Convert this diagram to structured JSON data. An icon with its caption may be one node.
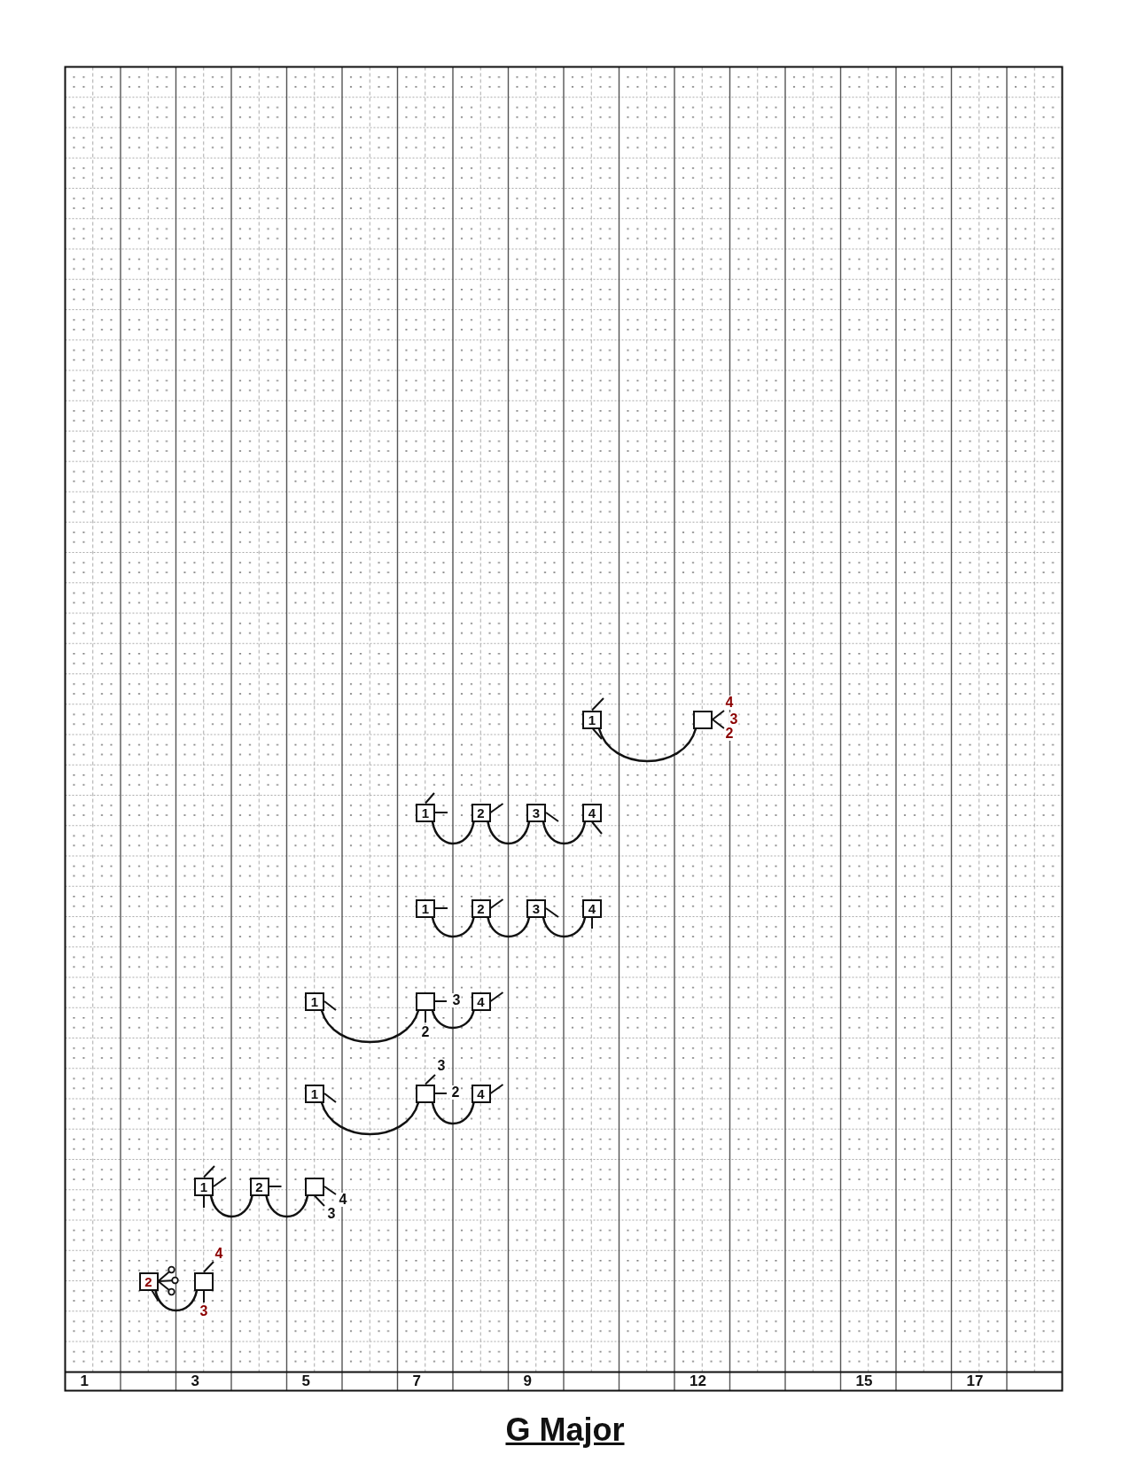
{
  "diagram": {
    "title": "G Major",
    "nodes": [
      {
        "text": [
          "1"
        ]
      },
      {
        "text": [],
        "shape": "box",
        "beside": [
          "4",
          "3",
          "2"
        ]
      },
      {
        "text": [
          "1"
        ]
      },
      {
        "text": [
          "2"
        ]
      },
      {
        "text": [
          "3"
        ]
      },
      {
        "text": [
          "4"
        ]
      },
      {
        "text": [
          "1"
        ]
      },
      {
        "text": [
          "2"
        ]
      },
      {
        "text": [
          "3"
        ]
      },
      {
        "text": [
          "4"
        ]
      },
      {
        "text": [
          "1"
        ]
      },
      {
        "text": [],
        "shape": "box",
        "beside": [
          "3",
          "2"
        ]
      },
      {
        "text": [
          "4"
        ]
      },
      {
        "text": [
          "1"
        ]
      },
      {
        "text": [],
        "shape": "box",
        "beside": [
          "3",
          "2"
        ]
      },
      {
        "text": [
          "4"
        ]
      },
      {
        "text": [
          "1"
        ]
      },
      {
        "text": [
          "2"
        ]
      },
      {
        "text": [],
        "shape": "box",
        "beside": [
          "4",
          "3"
        ]
      },
      {
        "text": [
          "2"
        ]
      },
      {
        "text": [],
        "shape": "box",
        "beside": [
          "4",
          "3"
        ]
      }
    ],
    "edges": [
      {
        "from": 0,
        "to": 1,
        "arrow": "none"
      },
      {
        "from": 2,
        "to": 3,
        "arrow": "none"
      },
      {
        "from": 3,
        "to": 4,
        "arrow": "none"
      },
      {
        "from": 4,
        "to": 5,
        "arrow": "none"
      },
      {
        "from": 6,
        "to": 7,
        "arrow": "none"
      },
      {
        "from": 7,
        "to": 8,
        "arrow": "none"
      },
      {
        "from": 8,
        "to": 9,
        "arrow": "none"
      },
      {
        "from": 10,
        "to": 11,
        "arrow": "none"
      },
      {
        "from": 11,
        "to": 12,
        "arrow": "none"
      },
      {
        "from": 13,
        "to": 14,
        "arrow": "none"
      },
      {
        "from": 14,
        "to": 15,
        "arrow": "none"
      },
      {
        "from": 16,
        "to": 17,
        "arrow": "none"
      },
      {
        "from": 17,
        "to": 18,
        "arrow": "none"
      },
      {
        "from": 19,
        "to": 20,
        "arrow": "none"
      }
    ],
    "labels": [
      "1",
      "3",
      "5",
      "7",
      "9",
      "12",
      "15",
      "17"
    ]
  }
}
